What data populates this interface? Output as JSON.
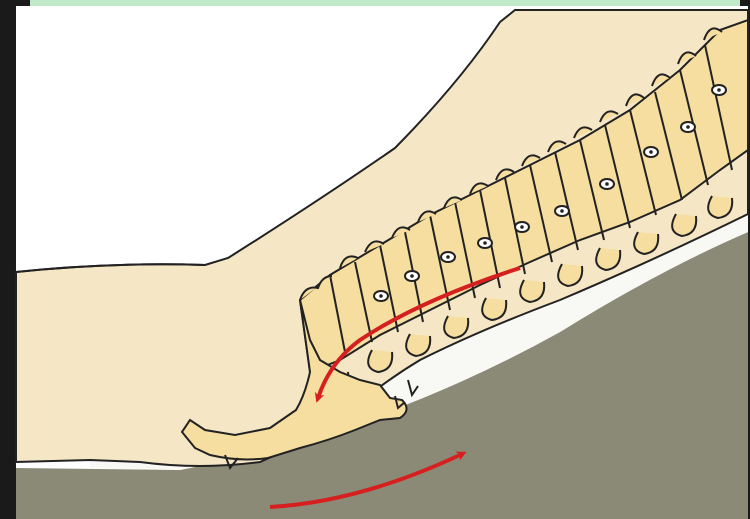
{
  "figure": {
    "type": "anatomical-diagram",
    "colors": {
      "frame": "#1a1a1a",
      "frame_top_accent": "#bfe9c8",
      "background": "#ffffff",
      "body_tissue": "#f5e6c6",
      "bone": "#f6dea0",
      "outline": "#222222",
      "surface": "#8b8a76",
      "arrow": "#d61f1f"
    },
    "icons": [
      "spine-vertebrae",
      "curved-arrow-along-spine",
      "curved-arrow-under-pelvis"
    ]
  }
}
